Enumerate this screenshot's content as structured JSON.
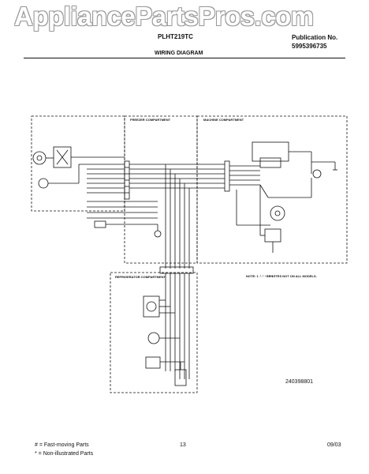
{
  "watermark": "AppliancePartsPros.com",
  "header": {
    "model": "PLHT219TC",
    "publication_label": "Publication No.",
    "publication_number": "5995396735",
    "title": "WIRING DIAGRAM"
  },
  "diagram": {
    "freezer_compartment": "FREEZER COMPARTMENT",
    "machine_compartment": "MACHINE COMPARTMENT",
    "refrigerator_compartment": "REFRIGERATOR COMPARTMENT",
    "note": "NOTE: 1 . . . . DENOTES NOT ON ALL MODELS.",
    "diagram_number": "240398801"
  },
  "footer": {
    "legend_fast": "#  = Fast-moving Parts",
    "legend_non": "*  = Non-illustrated Parts",
    "page": "13",
    "date": "09/03"
  }
}
